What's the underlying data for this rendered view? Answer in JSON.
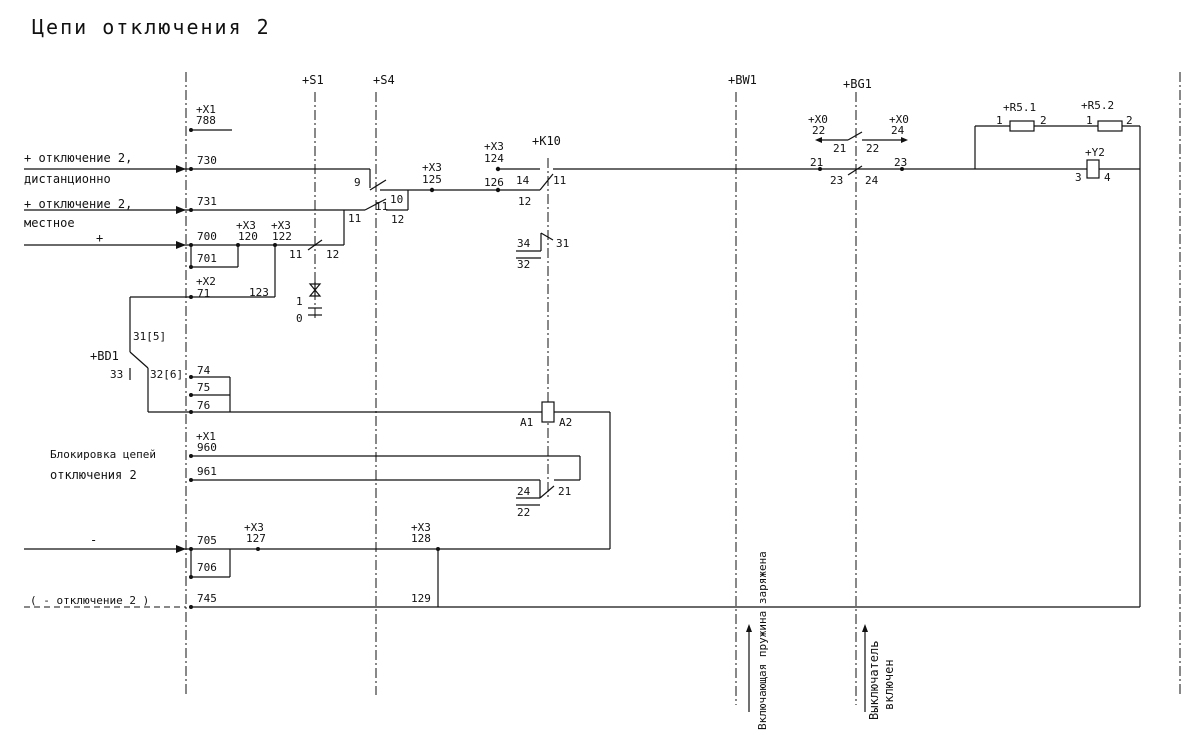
{
  "title": "Цепи отключения 2",
  "devices": {
    "s1": "+S1",
    "s4": "+S4",
    "bw1": "+BW1",
    "bg1": "+BG1",
    "x1": "+X1",
    "x1b": "+X1",
    "x2": "+X2",
    "x3": "+X3",
    "k10": "+K10",
    "x0": "+X0",
    "r51": "+R5.1",
    "r52": "+R5.2",
    "y2": "+Y2",
    "bd1": "+BD1"
  },
  "inputs": {
    "trip_remote_1": "+ отключение 2,",
    "trip_remote_2": "дистанционно",
    "trip_local_1": "+ отключение 2,",
    "trip_local_2": "местное",
    "plus": "+",
    "minus": "-",
    "trip_out": "( - отключение 2 )",
    "block_1": "Блокировка цепей",
    "block_2": "отключения 2"
  },
  "terminals": {
    "t788": "788",
    "t730": "730",
    "t731": "731",
    "t700": "700",
    "t701": "701",
    "t71": "71",
    "t74": "74",
    "t75": "75",
    "t76": "76",
    "t960": "960",
    "t961": "961",
    "t705": "705",
    "t706": "706",
    "t745": "745",
    "t120": "120",
    "t122": "122",
    "t123": "123",
    "t124": "124",
    "t125": "125",
    "t126": "126",
    "t127": "127",
    "t128": "128",
    "t129": "129"
  },
  "contacts": {
    "s4_9": "9",
    "s4_10": "10",
    "s4_11a": "11",
    "s4_11b": "11",
    "s4_12": "12",
    "s1_11": "11",
    "s1_12": "12",
    "s1_pos1": "1",
    "s1_pos0": "0",
    "k_14": "14",
    "k_11": "11",
    "k_12": "12",
    "k_34": "34",
    "k_31": "31",
    "k_32": "32",
    "k_a1": "A1",
    "k_a2": "A2",
    "k_24": "24",
    "k_21": "21",
    "k_22": "22",
    "bd_31": "31[5]",
    "bd_33": "33",
    "bd_32": "32[6]",
    "x0_22": "22",
    "x0_24": "24",
    "bg_21": "21",
    "bg_22": "22",
    "bg_21b": "21",
    "bg_23": "23",
    "bg_24": "24",
    "bg_23b": "23",
    "r1_1": "1",
    "r1_2": "2",
    "r2_1": "1",
    "r2_2": "2",
    "y_3": "3",
    "y_4": "4"
  },
  "states": {
    "bw1": "Включающая пружина заряжена",
    "bg1_1": "Выключатель",
    "bg1_2": "включен"
  }
}
